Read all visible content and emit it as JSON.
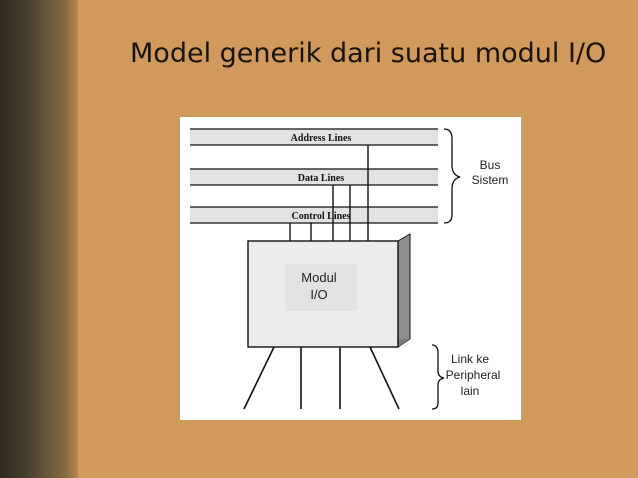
{
  "slide": {
    "title": "Model generik dari suatu modul I/O"
  },
  "diagram": {
    "bus_lines": [
      {
        "label": "Address Lines"
      },
      {
        "label": "Data Lines"
      },
      {
        "label": "Control Lines"
      }
    ],
    "module_label_line1": "Modul",
    "module_label_line2": "I/O",
    "bus_brace_line1": "Bus",
    "bus_brace_line2": "Sistem",
    "link_brace_line1": "Link ke",
    "link_brace_line2": "Peripheral",
    "link_brace_line3": "lain",
    "colors": {
      "background": "#cf9a5c",
      "panel": "#ffffff",
      "bus_fill": "#e2e2e2",
      "module_face": "#ececec",
      "module_shadow": "#9a9a9a",
      "line": "#111111"
    }
  }
}
